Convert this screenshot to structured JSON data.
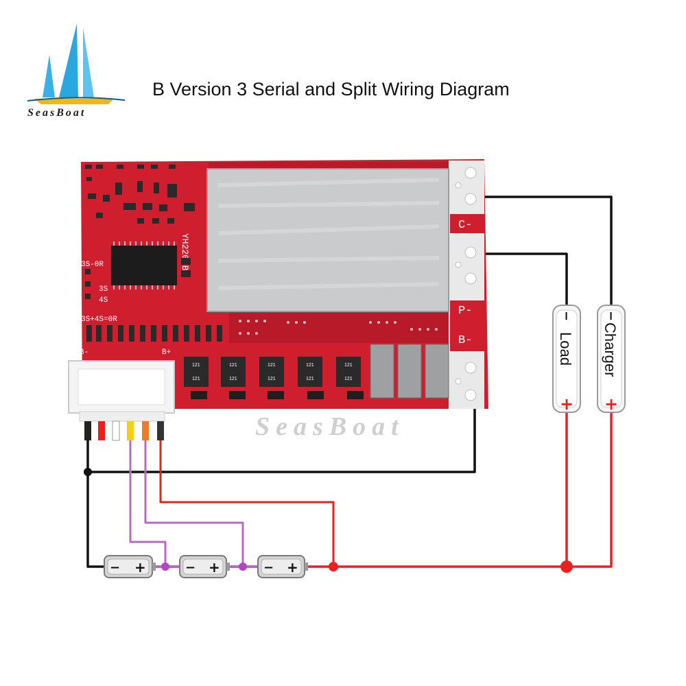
{
  "title": "B Version 3 Serial and Split Wiring Diagram",
  "logo": {
    "brand": "SeasBoat"
  },
  "watermark": "SeasBoat",
  "board": {
    "model": "YH2204B",
    "silkscreen": {
      "opt_3s_0r": "3S-0R",
      "opt_3s": "3S",
      "opt_4s": "4S",
      "opt_3s4s": "3S+4S=0R",
      "b_minus": "B-",
      "b_plus": "B+"
    },
    "pads": {
      "c_minus": "C-",
      "p_minus": "P-",
      "b_minus": "B-"
    },
    "smd_code": "121",
    "colors": {
      "pcb": "#cf1e2e",
      "heatsink": "#c9cbcd",
      "pad": "#eeeeee"
    }
  },
  "terminals": {
    "load": {
      "label": "Load",
      "minus": "−",
      "plus": "+"
    },
    "charger": {
      "label": "Charger",
      "minus": "−",
      "plus": "+"
    }
  },
  "cells": [
    {
      "minus": "−",
      "plus": "+"
    },
    {
      "minus": "−",
      "plus": "+"
    },
    {
      "minus": "−",
      "plus": "+"
    }
  ],
  "wire_colors": {
    "negative": "#111111",
    "positive": "#e8201e",
    "balance": "#b66bc0",
    "junction_balance": "#b146c2"
  },
  "connector_wire_colors": [
    "#222222",
    "#e8201e",
    "#ffffff",
    "#f2d11b",
    "#ee7a2a",
    "#333333"
  ]
}
